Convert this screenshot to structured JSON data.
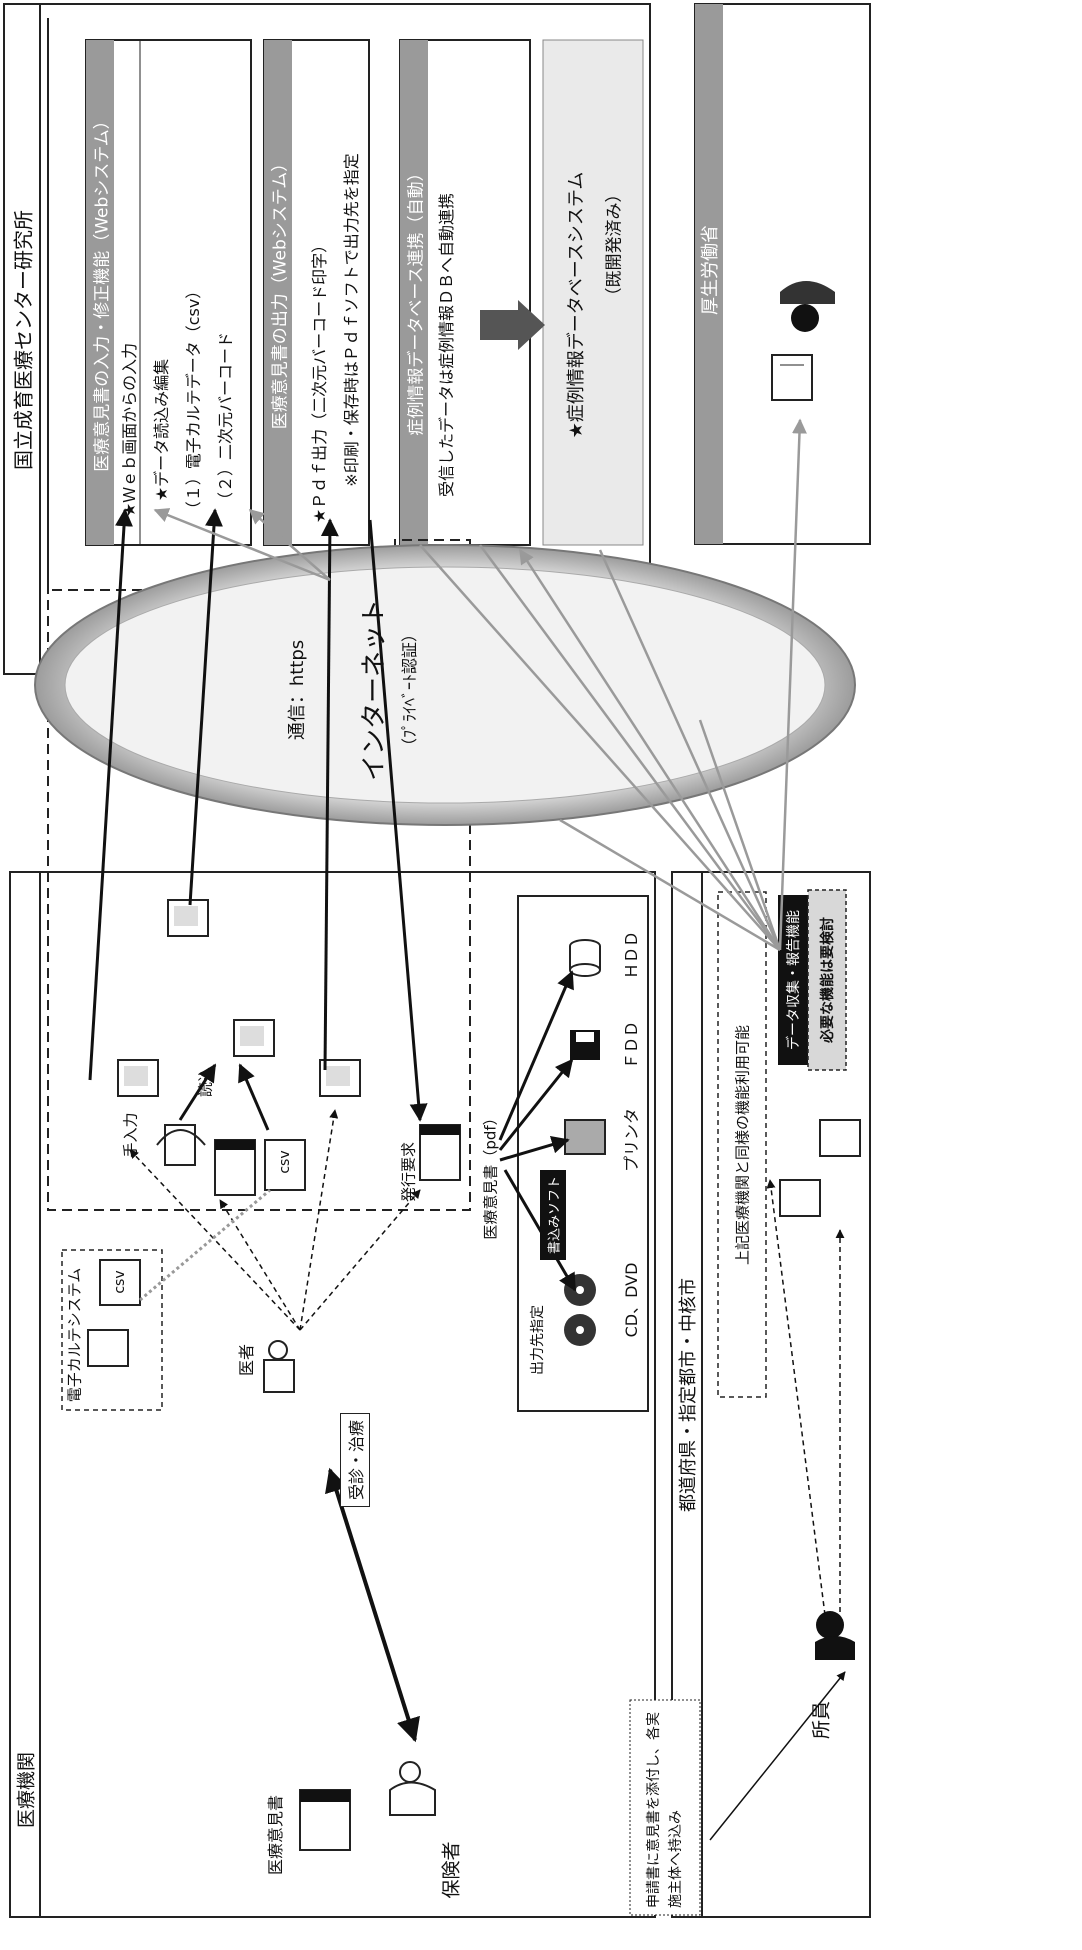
{
  "institutions": {
    "ncchd": "国立成育医療センター研究所",
    "hospital": "医療機関",
    "prefecture": "都道府県・指定都市・中核市",
    "mhlw": "厚生労働省"
  },
  "ncchd_sections": {
    "input": {
      "header": "医療意見書の入力・修正機能（Webシステム）",
      "lines": [
        "★Ｗｅｂ画面からの入力",
        "★データ読込み編集",
        "（１）電子カルテデータ（csv）",
        "（２）二次元バーコード"
      ]
    },
    "output": {
      "header": "医療意見書の出力（Webシステム）",
      "lines": [
        "★Ｐｄｆ出力（二次元バーコード印字）",
        "※印刷・保存時はＰｄｆソフトで出力先を指定"
      ]
    },
    "db_link": {
      "header": "症例情報データベース連携（自動）",
      "line": "受信したデータは症例情報ＤＢへ自動連携"
    },
    "case_db": {
      "name": "★症例情報データベースシステム",
      "note": "（既開発済み）"
    }
  },
  "internet": {
    "comm": "通信：https",
    "name": "インターネット",
    "auth": "（ﾌﾟﾗｲﾍﾞｰﾄ認証）"
  },
  "hospital_items": {
    "ehr_system": "電子カルテシステム",
    "csv": "csv",
    "manual_input": "手入力",
    "read": "読込",
    "issue_request": "発行要求",
    "opinion_pdf": "医療意見書（pdf）",
    "doctor": "医者",
    "exam": "受診・治療",
    "output_dest": "出力先指定",
    "writing_soft": "書込みソフト",
    "devices": [
      "CD、DVD",
      "プリンタ",
      "ＦＤＤ",
      "ＨＤＤ"
    ]
  },
  "left_items": {
    "opinion": "医療意見書",
    "insured": "保険者",
    "note": "申請書に意見書を添付し、各実施主体へ持込み"
  },
  "prefecture_items": {
    "same_functions": "上記医療機関と同様の機能利用可能",
    "data_report": "データ収集・報告機能",
    "needs_review": "必要な機能は要検討",
    "staff": "所員"
  }
}
